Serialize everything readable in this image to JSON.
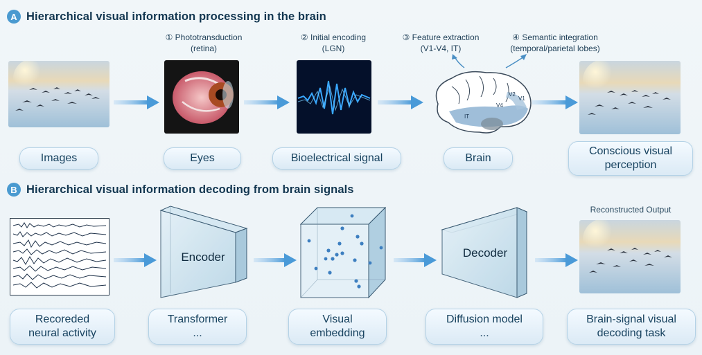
{
  "section_a": {
    "badge": "A",
    "title": "Hierarchical visual information processing in the brain",
    "steps": [
      {
        "line1": "① Phototransduction",
        "line2": "(retina)"
      },
      {
        "line1": "② Initial encoding",
        "line2": "(LGN)"
      },
      {
        "line1": "③ Feature extraction",
        "line2": "(V1-V4, IT)"
      },
      {
        "line1": "④ Semantic integration",
        "line2": "(temporal/parietal lobes)"
      }
    ],
    "brain_labels": [
      "V2",
      "V1",
      "V4",
      "IT"
    ],
    "pills": [
      {
        "line1": "Images",
        "line2": ""
      },
      {
        "line1": "Eyes",
        "line2": ""
      },
      {
        "line1": "Bioelectrical signal",
        "line2": ""
      },
      {
        "line1": "Brain",
        "line2": ""
      },
      {
        "line1": "Conscious visual",
        "line2": "perception"
      }
    ]
  },
  "section_b": {
    "badge": "B",
    "title": "Hierarchical visual information decoding from brain signals",
    "encoder_label": "Encoder",
    "decoder_label": "Decoder",
    "output_caption": "Reconstructed Output",
    "pills": [
      {
        "line1": "Recoreded",
        "line2": "neural activity"
      },
      {
        "line1": "Transformer",
        "line2": "..."
      },
      {
        "line1": "Visual",
        "line2": "embedding"
      },
      {
        "line1": "Diffusion model",
        "line2": "..."
      },
      {
        "line1": "Brain-signal visual",
        "line2": "decoding task"
      }
    ]
  },
  "colors": {
    "accent": "#4a9ad0",
    "arrow": "#5aa6e0",
    "title": "#123650"
  }
}
